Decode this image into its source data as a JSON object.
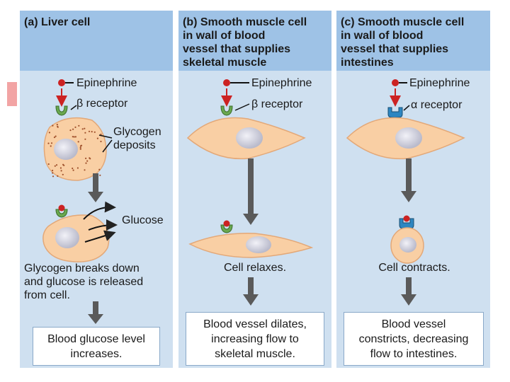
{
  "panels": {
    "a": {
      "title": "(a) Liver cell",
      "ligand": "Epinephrine",
      "receptor": "β receptor",
      "deposits": "Glycogen\ndeposits",
      "glucose": "Glucose",
      "response": "Glycogen breaks down\nand glucose is released\nfrom cell.",
      "outcome": "Blood glucose level\nincreases."
    },
    "b": {
      "title": "(b) Smooth muscle cell\n     in wall of blood\n     vessel that supplies\n     skeletal muscle",
      "ligand": "Epinephrine",
      "receptor": "β receptor",
      "response": "Cell relaxes.",
      "outcome": "Blood vessel dilates,\nincreasing flow to\nskeletal muscle."
    },
    "c": {
      "title": "(c) Smooth muscle cell\n     in wall of blood\n     vessel that supplies\n     intestines",
      "ligand": "Epinephrine",
      "receptor": "α receptor",
      "response": "Cell contracts.",
      "outcome": "Blood vessel\nconstricts, decreasing\nflow to intestines."
    }
  },
  "colors": {
    "panel_bg": "#cfe0f0",
    "header_bg": "#9ec2e6",
    "cell_fill": "#f9cfa4",
    "nucleus": "#d9d9e8",
    "beta_receptor": "#6aa84f",
    "alpha_receptor": "#2e86c1",
    "epinephrine": "#cc2222",
    "arrow": "#5a5a5a"
  }
}
